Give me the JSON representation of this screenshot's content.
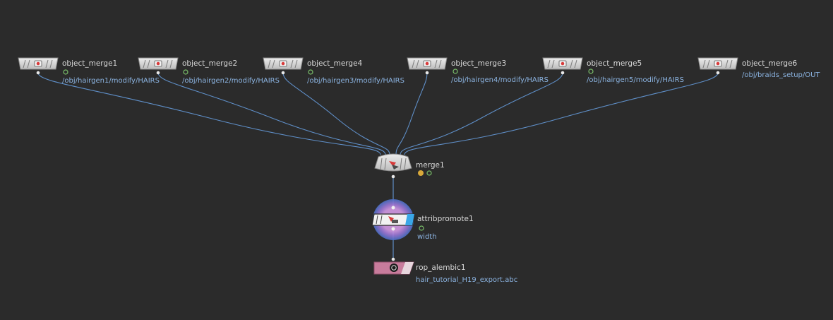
{
  "colors": {
    "background": "#2b2b2b",
    "wire": "#5f8fc8",
    "node_fill": "#d9d9d9",
    "node_stroke": "#8a8a8a",
    "subtext": "#8bb3e0",
    "label": "#d8d8d8",
    "display_flag": "#7ac06a",
    "warning_flag": "#d9a93a",
    "rop_fill": "#c87c9c",
    "highlight_ring": "#4a72c8",
    "highlight_inner": "#c98be0",
    "blue_accent": "#3aa7e8"
  },
  "nodes": {
    "object_merge1": {
      "name": "object_merge1",
      "path": "/obj/hairgen1/modify/HAIRS",
      "icon": "object-merge-icon"
    },
    "object_merge2": {
      "name": "object_merge2",
      "path": "/obj/hairgen2/modify/HAIRS",
      "icon": "object-merge-icon"
    },
    "object_merge4": {
      "name": "object_merge4",
      "path": "/obj/hairgen3/modify/HAIRS",
      "icon": "object-merge-icon"
    },
    "object_merge3": {
      "name": "object_merge3",
      "path": "/obj/hairgen4/modify/HAIRS",
      "icon": "object-merge-icon"
    },
    "object_merge5": {
      "name": "object_merge5",
      "path": "/obj/hairgen5/modify/HAIRS",
      "icon": "object-merge-icon"
    },
    "object_merge6": {
      "name": "object_merge6",
      "path": "/obj/braids_setup/OUT",
      "icon": "object-merge-icon"
    },
    "merge1": {
      "name": "merge1",
      "icon": "merge-icon",
      "warning": true
    },
    "attribpromote1": {
      "name": "attribpromote1",
      "attribute": "width",
      "icon": "attribpromote-icon"
    },
    "rop_alembic1": {
      "name": "rop_alembic1",
      "output": "hair_tutorial_H19_export.abc",
      "icon": "alembic-icon"
    }
  }
}
